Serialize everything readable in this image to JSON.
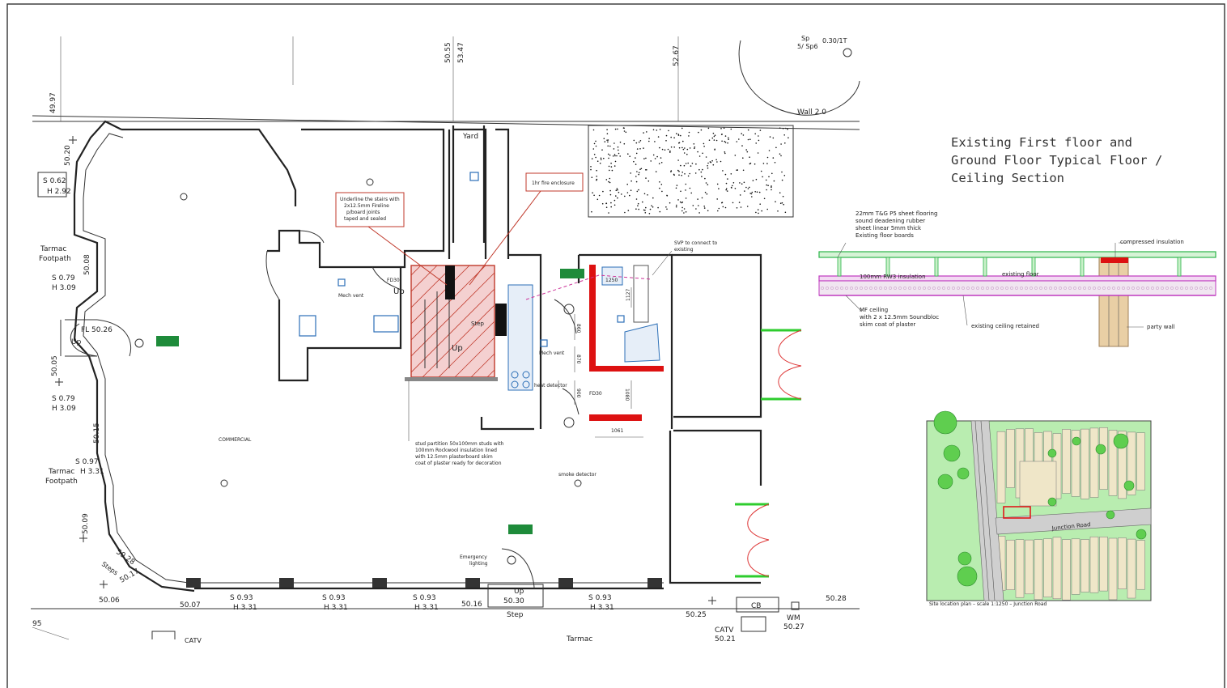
{
  "section": {
    "title_lines": [
      "Existing First floor and",
      "Ground Floor Typical Floor /",
      "Ceiling Section"
    ],
    "notes": {
      "flooring": [
        "22mm T&G P5 sheet flooring",
        "sound deadening rubber",
        "sheet linear 5mm thick",
        "Existing floor boards"
      ],
      "compressed": "compressed insulation",
      "insulation": "100mm RW3 insulation",
      "existing_floor": "existing floor",
      "ceiling": [
        "MF ceiling",
        "with 2 x 12.5mm Soundbloc",
        "skim coat of plaster"
      ],
      "existing_ceiling": "existing ceiling retained",
      "party_wall": "party wall"
    }
  },
  "location_map": {
    "road_label": "Junction Road",
    "caption": "Site location plan – scale 1:1250 – Junction Road",
    "colors": {
      "background": "#b9edb0",
      "building": "#efe6c8",
      "road": "#cfcfcf",
      "tree": "#5fce4f",
      "site": "#e01a1a"
    }
  },
  "plan": {
    "labels": {
      "yard": "Yard",
      "commercial": "COMMERCIAL",
      "wall": "Wall 2.0",
      "tarmac_footpath_1": [
        "Tarmac",
        "Footpath"
      ],
      "tarmac_footpath_2": [
        "Tarmac",
        "Footpath"
      ],
      "tarmac": "Tarmac",
      "up_1": "Up",
      "up_2": "Up",
      "up_3": "Up",
      "up_4": "Up",
      "fl": "FL 50.26",
      "step_1": "Step",
      "step_2": "Step",
      "steps": "Steps",
      "fd30_1": "FD30",
      "fd30_2": "FD30",
      "mech_vent_1": "Mech vent",
      "mech_vent_2": "Mech vent",
      "heat_detector": "heat detector",
      "smoke_detector": "smoke detector",
      "emergency": [
        "Emergency",
        "lighting"
      ],
      "cb": "CB",
      "wm": [
        "WM",
        "50.27"
      ],
      "catv_1": [
        "CATV",
        "50.21"
      ],
      "catv_2": "CATV",
      "sp": [
        "Sp",
        "5/ Sp6"
      ],
      "tree_ref": "0.30/1T"
    },
    "callouts": {
      "underline": [
        "Underline the stairs with",
        "2x12.5mm Fireline",
        "p/board joints",
        "taped and sealed"
      ],
      "fire_enclosure": "1hr fire enclosure",
      "svp": [
        "SVP to connect to",
        "existing"
      ],
      "partition": [
        "stud partition 50x100mm studs with",
        "100mm Rockwool insulation lined",
        "with 12.5mm plasterboard skim",
        "coat of plaster ready for decoration"
      ]
    },
    "levels": {
      "l4997": "49.97",
      "l5020": "50.20",
      "l5055": "50.55",
      "l5347": "53.47",
      "l5267": "52.67",
      "s062": "S 0.62",
      "h292": "H 2.92",
      "s079a": "S 0.79",
      "h309a": "H 3.09",
      "l5008": "50.08",
      "l5005": "50.05",
      "s079b": "S 0.79",
      "h309b": "H 3.09",
      "l5015": "50.15",
      "s097": "S 0.97",
      "h331a": "H 3.31",
      "l5009": "50.09",
      "l5028": "50.28",
      "l5017": "50.17",
      "l5006": "50.06",
      "l5007": "50.07",
      "s093a": "S 0.93",
      "h331b": "H 3.31",
      "s093b": "S 0.93",
      "h331c": "H 3.31",
      "s093c": "S 0.93",
      "h331d": "H 3.31",
      "l5016": "50.16",
      "l5030": "50.30",
      "s093d": "S 0.93",
      "h331e": "H 3.31",
      "l5025": "50.25",
      "l5028b": "50.28",
      "l95": "95"
    },
    "dims": {
      "d1": "1250",
      "d2": "1127",
      "d3": "860",
      "d4": "870",
      "d5": "900",
      "d6": "1080",
      "d7": "1061"
    }
  }
}
